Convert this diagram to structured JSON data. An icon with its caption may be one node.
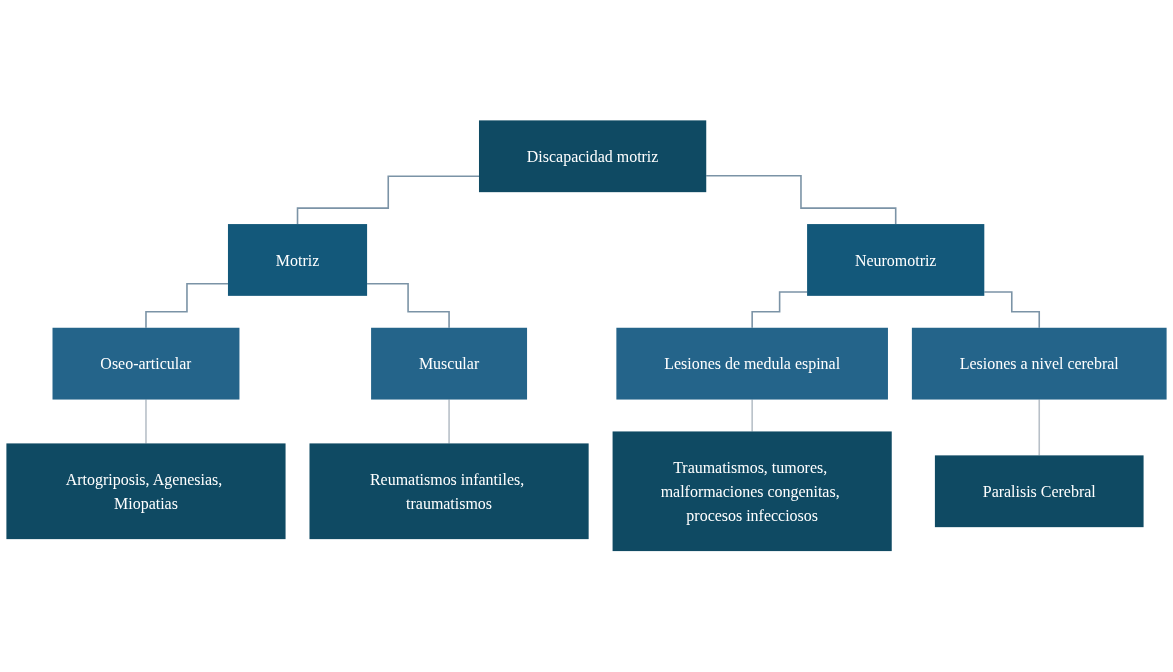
{
  "diagram": {
    "nodes": [
      {
        "text": [
          "Discapacidad motriz"
        ]
      },
      {
        "text": [
          "Motriz"
        ]
      },
      {
        "text": [
          "Neuromotriz"
        ]
      },
      {
        "text": [
          "Oseo-articular"
        ]
      },
      {
        "text": [
          "Muscular"
        ]
      },
      {
        "text": [
          "Lesiones de medula espinal"
        ]
      },
      {
        "text": [
          "Lesiones a nivel cerebral"
        ]
      },
      {
        "text": [
          "Artogriposis, Agenesias, Miopatias"
        ]
      },
      {
        "text": [
          "Reumatismos infantiles, traumatismos"
        ]
      },
      {
        "text": [
          "Traumatismos, tumores, malformaciones congenitas, procesos infecciosos"
        ]
      },
      {
        "text": [
          "Paralisis Cerebral"
        ]
      }
    ],
    "edges": [
      {
        "from": 0,
        "to": 1,
        "arrow": "none"
      },
      {
        "from": 0,
        "to": 2,
        "arrow": "none"
      },
      {
        "from": 1,
        "to": 3,
        "arrow": "none"
      },
      {
        "from": 1,
        "to": 4,
        "arrow": "none"
      },
      {
        "from": 2,
        "to": 5,
        "arrow": "none"
      },
      {
        "from": 2,
        "to": 6,
        "arrow": "none"
      },
      {
        "from": 3,
        "to": 7,
        "arrow": "none",
        "color": "#b8c0c8"
      },
      {
        "from": 4,
        "to": 8,
        "arrow": "none",
        "color": "#b8c0c8"
      },
      {
        "from": 5,
        "to": 9,
        "arrow": "none",
        "color": "#b8c0c8"
      },
      {
        "from": 6,
        "to": 10,
        "arrow": "none",
        "color": "#b8c0c8"
      }
    ]
  }
}
